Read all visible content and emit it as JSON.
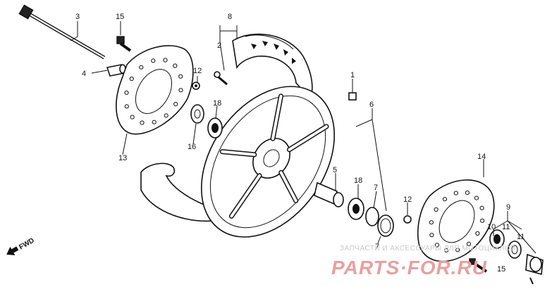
{
  "diagram": {
    "callouts": {
      "c1": "1",
      "c2": "2",
      "c3": "3",
      "c4": "4",
      "c5": "5",
      "c6": "6",
      "c7a": "7",
      "c7b": "7",
      "c8": "8",
      "c9": "9",
      "c10": "10",
      "c11a": "11",
      "c11b": "11",
      "c12a": "12",
      "c12b": "12",
      "c13": "13",
      "c14": "14",
      "c15a": "15",
      "c15b": "15",
      "c16": "16",
      "c18a": "18",
      "c18b": "18"
    },
    "direction_label": "FWD"
  },
  "watermark": {
    "caption": "ЗАПЧАСТИ И АКСЕССУАРЫ ДЛЯ МОТОЦИКЛОВ",
    "logo": "PARTS·FOR.RU",
    "logo_color": "#e8a0a0"
  }
}
